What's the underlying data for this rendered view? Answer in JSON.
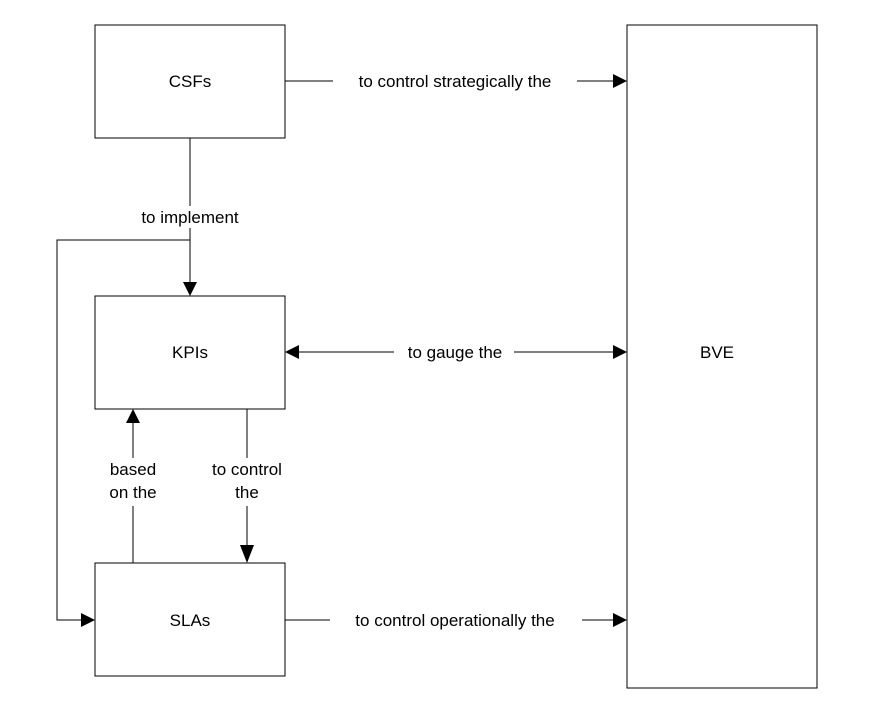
{
  "nodes": {
    "csfs": "CSFs",
    "kpis": "KPIs",
    "slas": "SLAs",
    "bve": "BVE"
  },
  "edges": {
    "csfs_to_bve": "to control strategically the",
    "csfs_to_kpis": "to implement",
    "kpis_bve": "to gauge the",
    "slas_to_kpis_line1": "based",
    "slas_to_kpis_line2": "on the",
    "kpis_to_slas_line1": "to control",
    "kpis_to_slas_line2": "the",
    "slas_to_bve": "to control operationally the"
  },
  "colors": {
    "stroke": "#000000",
    "background": "#ffffff"
  }
}
